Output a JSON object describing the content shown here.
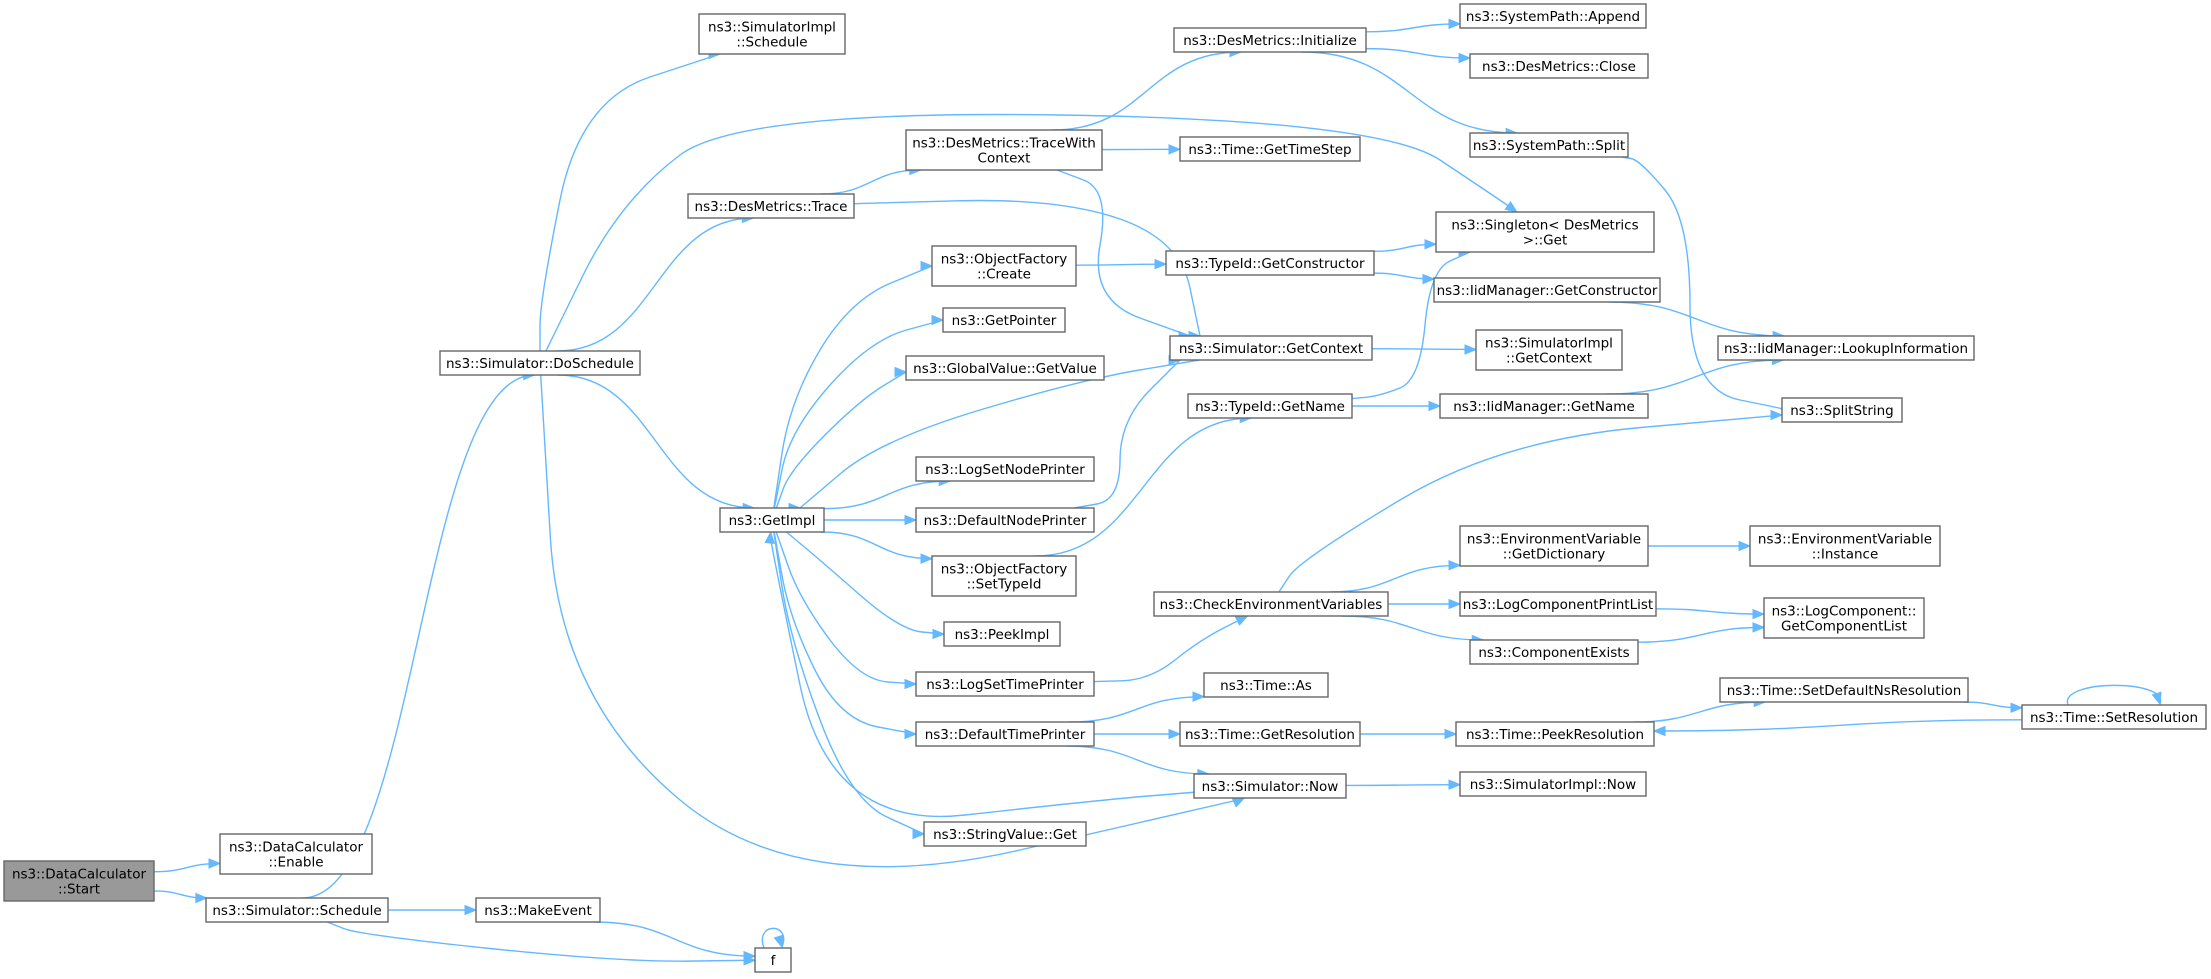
{
  "diagram": {
    "nodes": [
      {
        "id": "root",
        "lines": [
          "ns3::DataCalculator",
          "::Start"
        ],
        "root": true
      },
      {
        "id": "dcenable",
        "lines": [
          "ns3::DataCalculator",
          "::Enable"
        ]
      },
      {
        "id": "simschedule",
        "lines": [
          "ns3::Simulator::Schedule"
        ]
      },
      {
        "id": "makeevent",
        "lines": [
          "ns3::MakeEvent"
        ]
      },
      {
        "id": "f",
        "lines": [
          "f"
        ]
      },
      {
        "id": "simimplschedule",
        "lines": [
          "ns3::SimulatorImpl",
          "::Schedule"
        ]
      },
      {
        "id": "doschedule",
        "lines": [
          "ns3::Simulator::DoSchedule"
        ]
      },
      {
        "id": "destrace",
        "lines": [
          "ns3::DesMetrics::Trace"
        ]
      },
      {
        "id": "tracewithctx",
        "lines": [
          "ns3::DesMetrics::TraceWith",
          "Context"
        ]
      },
      {
        "id": "desinit",
        "lines": [
          "ns3::DesMetrics::Initialize"
        ]
      },
      {
        "id": "spappend",
        "lines": [
          "ns3::SystemPath::Append"
        ]
      },
      {
        "id": "desclose",
        "lines": [
          "ns3::DesMetrics::Close"
        ]
      },
      {
        "id": "spsplit",
        "lines": [
          "ns3::SystemPath::Split"
        ]
      },
      {
        "id": "gettimestep",
        "lines": [
          "ns3::Time::GetTimeStep"
        ]
      },
      {
        "id": "singleton",
        "lines": [
          "ns3::Singleton< DesMetrics",
          ">::Get"
        ]
      },
      {
        "id": "ofcreate",
        "lines": [
          "ns3::ObjectFactory",
          "::Create"
        ]
      },
      {
        "id": "getctor",
        "lines": [
          "ns3::TypeId::GetConstructor"
        ]
      },
      {
        "id": "iidgetctor",
        "lines": [
          "ns3::IidManager::GetConstructor"
        ]
      },
      {
        "id": "getpointer",
        "lines": [
          "ns3::GetPointer"
        ]
      },
      {
        "id": "gvgetvalue",
        "lines": [
          "ns3::GlobalValue::GetValue"
        ]
      },
      {
        "id": "simgetctx",
        "lines": [
          "ns3::Simulator::GetContext"
        ]
      },
      {
        "id": "simimplgetctx",
        "lines": [
          "ns3::SimulatorImpl",
          "::GetContext"
        ]
      },
      {
        "id": "lookupinfo",
        "lines": [
          "ns3::IidManager::LookupInformation"
        ]
      },
      {
        "id": "typeidgetname",
        "lines": [
          "ns3::TypeId::GetName"
        ]
      },
      {
        "id": "iidgetname",
        "lines": [
          "ns3::IidManager::GetName"
        ]
      },
      {
        "id": "splitstring",
        "lines": [
          "ns3::SplitString"
        ]
      },
      {
        "id": "getimpl",
        "lines": [
          "ns3::GetImpl"
        ]
      },
      {
        "id": "logsetnode",
        "lines": [
          "ns3::LogSetNodePrinter"
        ]
      },
      {
        "id": "defnodeprinter",
        "lines": [
          "ns3::DefaultNodePrinter"
        ]
      },
      {
        "id": "ofsettypeid",
        "lines": [
          "ns3::ObjectFactory",
          "::SetTypeId"
        ]
      },
      {
        "id": "peekimpl",
        "lines": [
          "ns3::PeekImpl"
        ]
      },
      {
        "id": "logsettime",
        "lines": [
          "ns3::LogSetTimePrinter"
        ]
      },
      {
        "id": "deftimeprinter",
        "lines": [
          "ns3::DefaultTimePrinter"
        ]
      },
      {
        "id": "strvalueget",
        "lines": [
          "ns3::StringValue::Get"
        ]
      },
      {
        "id": "checkenv",
        "lines": [
          "ns3::CheckEnvironmentVariables"
        ]
      },
      {
        "id": "envgetdict",
        "lines": [
          "ns3::EnvironmentVariable",
          "::GetDictionary"
        ]
      },
      {
        "id": "envinstance",
        "lines": [
          "ns3::EnvironmentVariable",
          "::Instance"
        ]
      },
      {
        "id": "logcompprintlist",
        "lines": [
          "ns3::LogComponentPrintList"
        ]
      },
      {
        "id": "logcompgetlist",
        "lines": [
          "ns3::LogComponent::",
          "GetComponentList"
        ]
      },
      {
        "id": "compexists",
        "lines": [
          "ns3::ComponentExists"
        ]
      },
      {
        "id": "timeas",
        "lines": [
          "ns3::Time::As"
        ]
      },
      {
        "id": "timegetres",
        "lines": [
          "ns3::Time::GetResolution"
        ]
      },
      {
        "id": "timepeekres",
        "lines": [
          "ns3::Time::PeekResolution"
        ]
      },
      {
        "id": "setdefaultns",
        "lines": [
          "ns3::Time::SetDefaultNsResolution"
        ]
      },
      {
        "id": "setres",
        "lines": [
          "ns3::Time::SetResolution"
        ]
      },
      {
        "id": "simnow",
        "lines": [
          "ns3::Simulator::Now"
        ]
      },
      {
        "id": "simimplnow",
        "lines": [
          "ns3::SimulatorImpl::Now"
        ]
      }
    ],
    "edges": [
      [
        "root",
        "dcenable"
      ],
      [
        "root",
        "simschedule"
      ],
      [
        "simschedule",
        "makeevent"
      ],
      [
        "simschedule",
        "f"
      ],
      [
        "simschedule",
        "doschedule"
      ],
      [
        "makeevent",
        "f"
      ],
      [
        "f",
        "f"
      ],
      [
        "doschedule",
        "simimplschedule"
      ],
      [
        "doschedule",
        "destrace"
      ],
      [
        "doschedule",
        "singleton"
      ],
      [
        "doschedule",
        "getimpl"
      ],
      [
        "doschedule",
        "simnow"
      ],
      [
        "destrace",
        "tracewithctx"
      ],
      [
        "destrace",
        "simgetctx"
      ],
      [
        "tracewithctx",
        "desinit"
      ],
      [
        "tracewithctx",
        "gettimestep"
      ],
      [
        "tracewithctx",
        "simgetctx"
      ],
      [
        "desinit",
        "spappend"
      ],
      [
        "desinit",
        "desclose"
      ],
      [
        "desinit",
        "spsplit"
      ],
      [
        "spsplit",
        "splitstring"
      ],
      [
        "getimpl",
        "ofcreate"
      ],
      [
        "getimpl",
        "getpointer"
      ],
      [
        "getimpl",
        "gvgetvalue"
      ],
      [
        "getimpl",
        "logsetnode"
      ],
      [
        "getimpl",
        "defnodeprinter"
      ],
      [
        "getimpl",
        "ofsettypeid"
      ],
      [
        "getimpl",
        "peekimpl"
      ],
      [
        "getimpl",
        "logsettime"
      ],
      [
        "getimpl",
        "deftimeprinter"
      ],
      [
        "getimpl",
        "strvalueget"
      ],
      [
        "ofcreate",
        "getctor"
      ],
      [
        "getctor",
        "singleton"
      ],
      [
        "getctor",
        "iidgetctor"
      ],
      [
        "iidgetctor",
        "lookupinfo"
      ],
      [
        "simgetctx",
        "getimpl"
      ],
      [
        "simgetctx",
        "simimplgetctx"
      ],
      [
        "defnodeprinter",
        "simgetctx"
      ],
      [
        "ofsettypeid",
        "typeidgetname"
      ],
      [
        "typeidgetname",
        "singleton"
      ],
      [
        "typeidgetname",
        "iidgetname"
      ],
      [
        "iidgetname",
        "lookupinfo"
      ],
      [
        "logsettime",
        "checkenv"
      ],
      [
        "checkenv",
        "splitstring"
      ],
      [
        "checkenv",
        "envgetdict"
      ],
      [
        "checkenv",
        "logcompprintlist"
      ],
      [
        "checkenv",
        "compexists"
      ],
      [
        "envgetdict",
        "envinstance"
      ],
      [
        "logcompprintlist",
        "logcompgetlist"
      ],
      [
        "compexists",
        "logcompgetlist"
      ],
      [
        "deftimeprinter",
        "timeas"
      ],
      [
        "deftimeprinter",
        "timegetres"
      ],
      [
        "deftimeprinter",
        "simnow"
      ],
      [
        "timegetres",
        "timepeekres"
      ],
      [
        "timepeekres",
        "setdefaultns"
      ],
      [
        "setdefaultns",
        "setres"
      ],
      [
        "setres",
        "timepeekres"
      ],
      [
        "setres",
        "setres"
      ],
      [
        "simnow",
        "getimpl"
      ],
      [
        "simnow",
        "simimplnow"
      ]
    ]
  }
}
